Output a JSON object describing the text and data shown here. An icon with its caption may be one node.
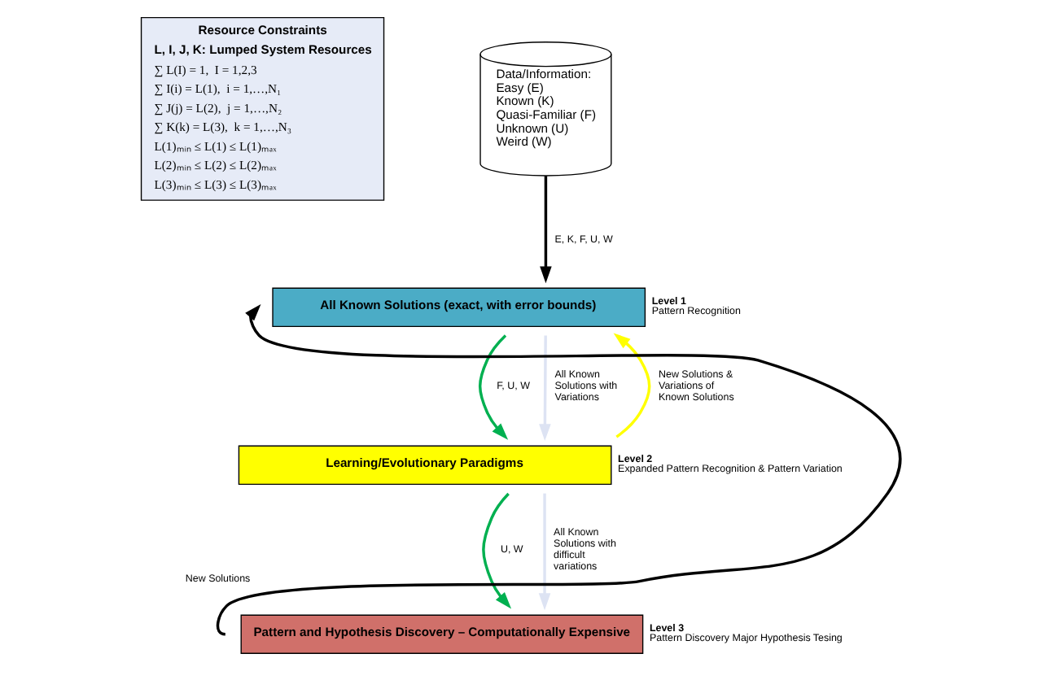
{
  "diagram": {
    "nodes": [
      {
        "text": [
          "Data/Information:",
          "Easy (E)",
          "Known (K)",
          "Quasi-Familiar (F)",
          "Unknown (U)",
          "Weird (W)"
        ]
      },
      {
        "text": [
          "Resource Constraints",
          "L, I, J, K: Lumped System Resources",
          "∑ L(I) = 1,  I = 1,2,3",
          "∑ I(i) = L(1),  i = 1,…,N₁",
          "∑ J(j) = L(2),  j = 1,…,N₂",
          "∑ K(k) = L(3),  k = 1,…,N₃",
          "L(1)ₘᵢₙ ≤ L(1) ≤ L(1)ₘₐₓ",
          "L(2)ₘᵢₙ ≤ L(2) ≤ L(2)ₘₐₓ",
          "L(3)ₘᵢₙ ≤ L(3) ≤ L(3)ₘₐₓ"
        ]
      },
      {
        "text": [
          "All Known Solutions (exact, with error bounds)"
        ],
        "beside": [
          "Level 1",
          "Pattern Recognition"
        ]
      },
      {
        "text": [
          "Learning/Evolutionary Paradigms"
        ],
        "beside": [
          "Level 2",
          "Expanded Pattern Recognition & Pattern Variation"
        ]
      },
      {
        "text": [
          "Pattern and Hypothesis Discovery – Computationally Expensive"
        ],
        "beside": [
          "Level 3",
          "Pattern Discovery Major Hypothesis Tesing"
        ]
      }
    ],
    "edges": [
      {
        "from": 0,
        "to": 2,
        "arrow": "to",
        "label": "E, K, F, U, W"
      },
      {
        "from": 2,
        "to": 3,
        "arrow": "to",
        "label": "F, U, W",
        "color": "#00b050"
      },
      {
        "from": 2,
        "to": 3,
        "arrow": "to",
        "label": "All Known Solutions with Variations",
        "color": "#dde3f3"
      },
      {
        "from": 3,
        "to": 2,
        "arrow": "to",
        "label": "New Solutions & Variations of Known Solutions",
        "color": "#ffff00"
      },
      {
        "from": 3,
        "to": 4,
        "arrow": "to",
        "label": "U, W",
        "color": "#00b050"
      },
      {
        "from": 3,
        "to": 4,
        "arrow": "to",
        "label": "All Known Solutions with difficult variations",
        "color": "#dde3f3"
      },
      {
        "from": 4,
        "to": 2,
        "arrow": "to",
        "label": "New Solutions"
      }
    ]
  }
}
